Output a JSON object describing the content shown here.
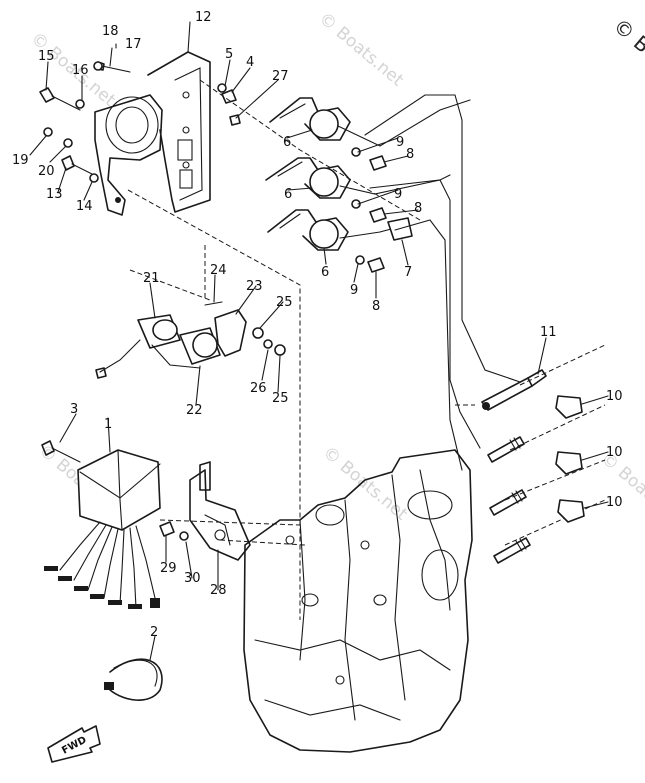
{
  "watermark": {
    "text": "© Boats.net",
    "corner_text": "© B"
  },
  "fwd_arrow": {
    "label": "FWD"
  },
  "callouts": [
    "1",
    "2",
    "3",
    "4",
    "5",
    "6",
    "6",
    "6",
    "7",
    "8",
    "8",
    "8",
    "9",
    "9",
    "9",
    "10",
    "10",
    "10",
    "11",
    "12",
    "13",
    "14",
    "15",
    "16",
    "17",
    "18",
    "19",
    "20",
    "21",
    "22",
    "23",
    "24",
    "25",
    "25",
    "26",
    "27",
    "28",
    "29",
    "30"
  ]
}
